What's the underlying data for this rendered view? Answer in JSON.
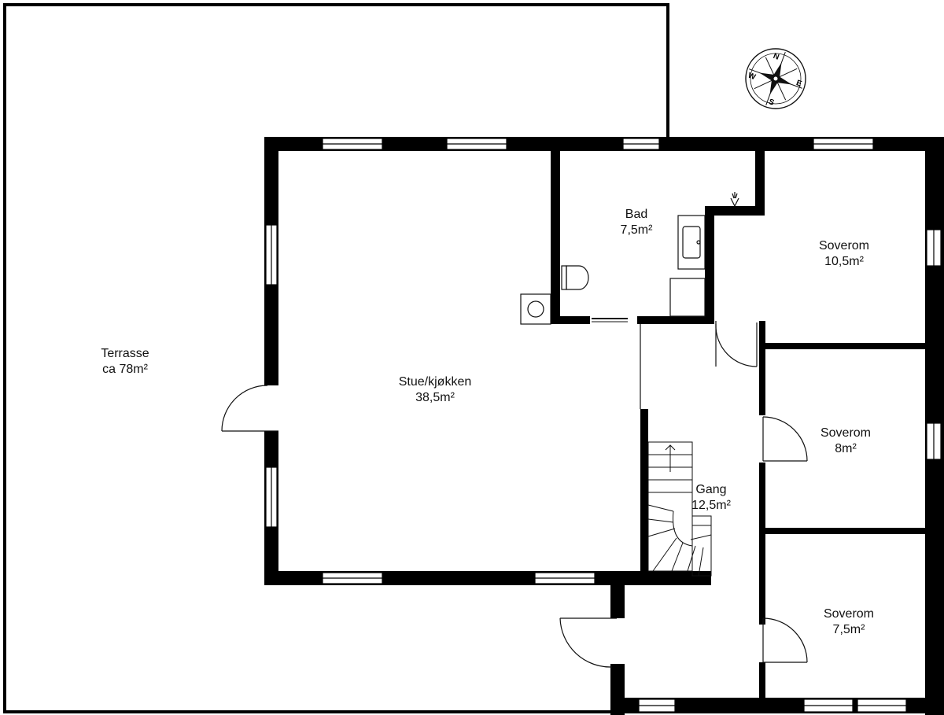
{
  "rooms": {
    "terrasse": {
      "name": "Terrasse",
      "area": "ca 78m²"
    },
    "stue": {
      "name": "Stue/kjøkken",
      "area": "38,5m²"
    },
    "bad": {
      "name": "Bad",
      "area": "7,5m²"
    },
    "soverom1": {
      "name": "Soverom",
      "area": "10,5m²"
    },
    "soverom2": {
      "name": "Soverom",
      "area": "8m²"
    },
    "soverom3": {
      "name": "Soverom",
      "area": "7,5m²"
    },
    "gang": {
      "name": "Gang",
      "area": "12,5m²"
    }
  },
  "compass": {
    "n": "N",
    "e": "E",
    "s": "S",
    "w": "W"
  },
  "colors": {
    "wall": "#000000",
    "line": "#111111",
    "background": "#ffffff"
  }
}
